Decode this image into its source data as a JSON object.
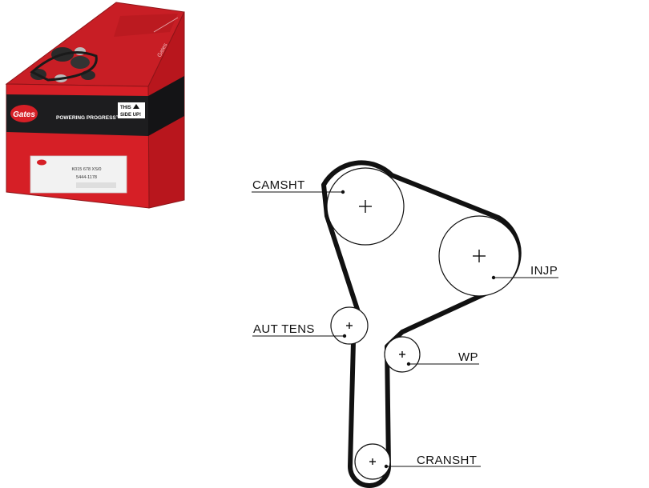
{
  "product_box": {
    "brand_logo_text": "Gates",
    "tagline": "POWERING PROGRESS™",
    "orientation_badge": {
      "line1": "THIS",
      "line2": "SIDE UP!"
    },
    "label_part_number": "K015 678 XS/0",
    "label_code": "5444-1178",
    "colors": {
      "box_red": "#d61f26",
      "box_dark": "#1d1d1f",
      "label_white": "#f2f2f2"
    }
  },
  "diagram": {
    "labels": {
      "camshaft": "CAMSHT",
      "injection_pump": "INJP",
      "auto_tensioner": "AUT TENS",
      "water_pump": "WP",
      "crankshaft": "CRANSHT"
    },
    "colors": {
      "belt": "#111111",
      "pulley_stroke": "#111111",
      "leader_line": "#111111"
    }
  }
}
